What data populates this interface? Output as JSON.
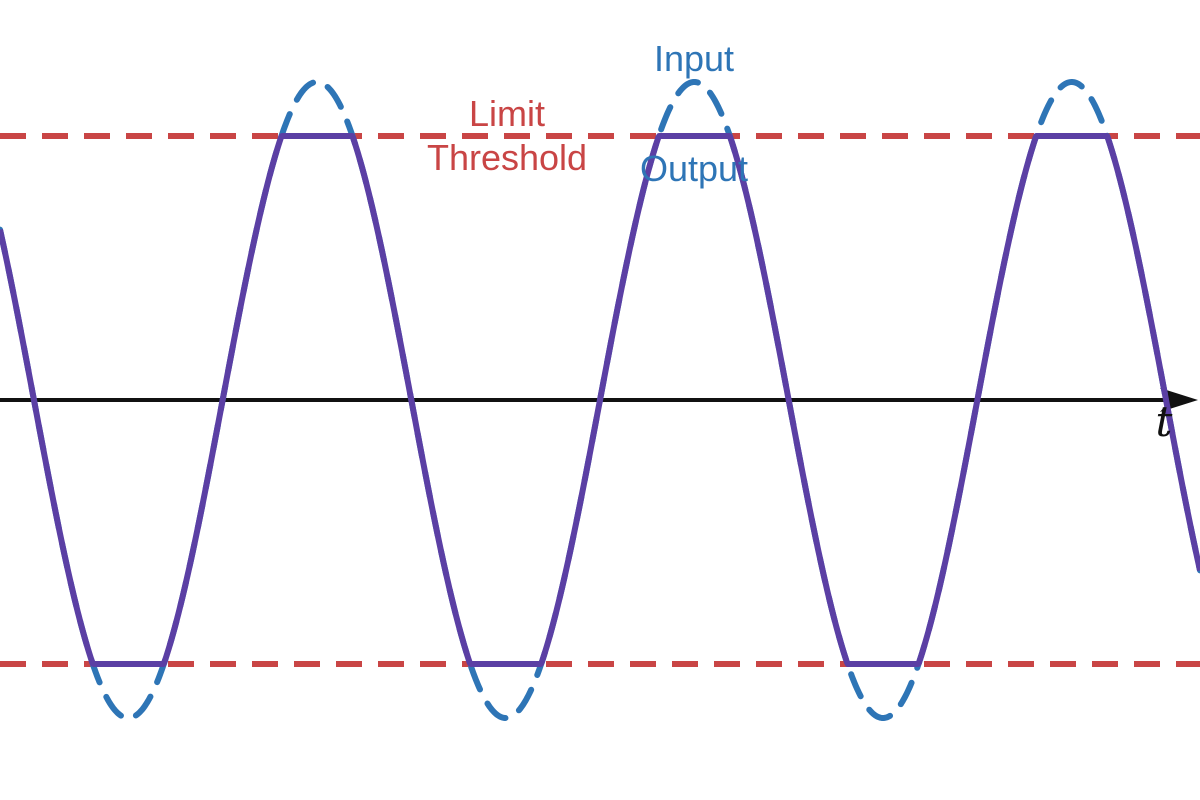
{
  "labels": {
    "limit_threshold_line1": "Limit",
    "limit_threshold_line2": "Threshold",
    "input": "Input",
    "output": "Output",
    "time_axis": "t"
  },
  "colors": {
    "input": "#2e75b6",
    "output": "#5b3fa4",
    "threshold": "#c94545",
    "axis": "#111111"
  },
  "signal": {
    "amplitude": 1.0,
    "threshold": 0.83,
    "period": 2.0,
    "t_start": -0.18,
    "t_end": 6.18
  }
}
